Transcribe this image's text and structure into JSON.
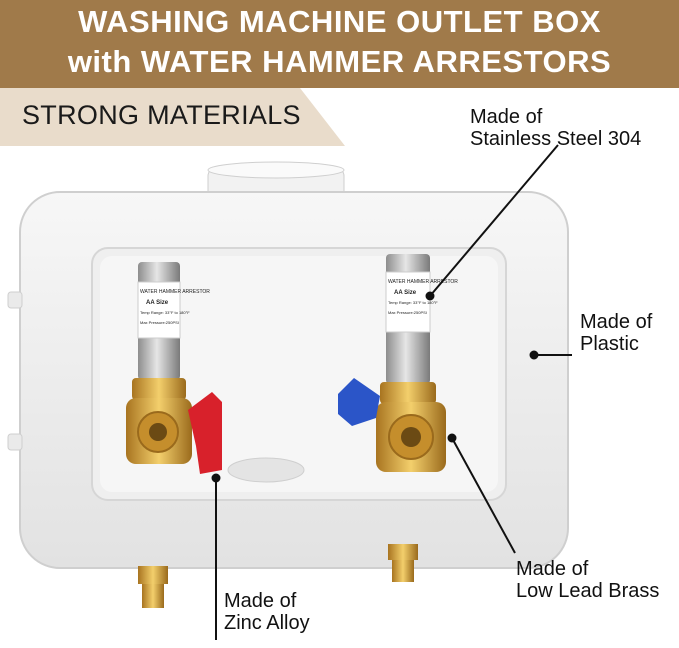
{
  "banner": {
    "line1": "WASHING MACHINE OUTLET BOX",
    "line2": "with WATER HAMMER ARRESTORS"
  },
  "subbanner": {
    "label": "STRONG MATERIALS"
  },
  "callouts": {
    "steel": {
      "line1": "Made of",
      "line2": "Stainless Steel 304"
    },
    "plastic": {
      "line1": "Made of",
      "line2": "Plastic"
    },
    "brass": {
      "line1": "Made of",
      "line2": "Low Lead Brass"
    },
    "zinc": {
      "line1": "Made of",
      "line2": "Zinc Alloy"
    }
  },
  "arrestor_labels": {
    "left": {
      "title": "WATER HAMMER ARRESTOR",
      "size": "AA Size",
      "temp": "Temp Range: 33°F to 180°F",
      "pressure": "Max Pressure:250PSI"
    },
    "right": {
      "title": "WATER HAMMER ARRESTOR",
      "size": "AA Size",
      "temp": "Temp Range: 33°F to 180°F",
      "pressure": "Max Pressure:250PSI"
    }
  },
  "colors": {
    "banner": "#a07a4a",
    "subbanner": "#e9dccb",
    "hot_handle": "#d8212b",
    "cold_handle": "#2b55c8",
    "brass": "#d9a63a"
  }
}
